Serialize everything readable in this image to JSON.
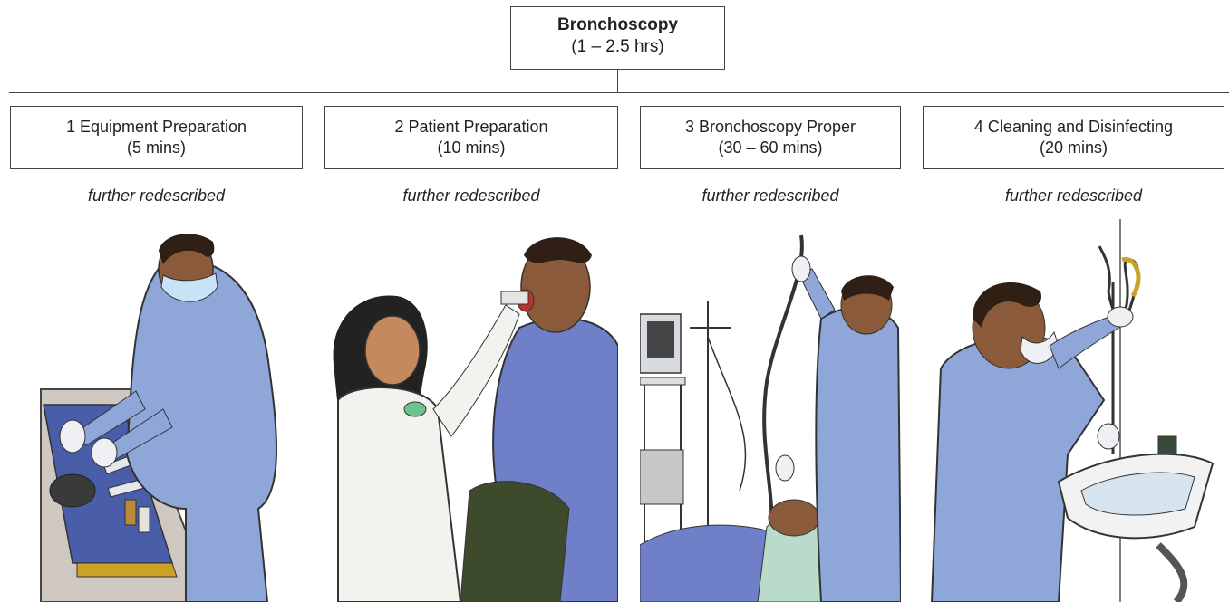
{
  "root": {
    "title": "Bronchoscopy",
    "duration": "(1 – 2.5 hrs)"
  },
  "tasks": [
    {
      "title": "1 Equipment Preparation",
      "duration": "(5 mins)",
      "note": "further redescribed"
    },
    {
      "title": "2 Patient Preparation",
      "duration": "(10 mins)",
      "note": "further redescribed"
    },
    {
      "title": "3 Bronchoscopy Proper",
      "duration": "(30 – 60 mins)",
      "note": "further redescribed"
    },
    {
      "title": "4 Cleaning and Disinfecting",
      "duration": "(20 mins)",
      "note": "further redescribed"
    }
  ],
  "colors": {
    "scrubs": "#8ea6d8",
    "skin": "#8a5a3b",
    "glove": "#eef0f4",
    "mask": "#c7e3f5",
    "tray": "#4a5da8"
  }
}
